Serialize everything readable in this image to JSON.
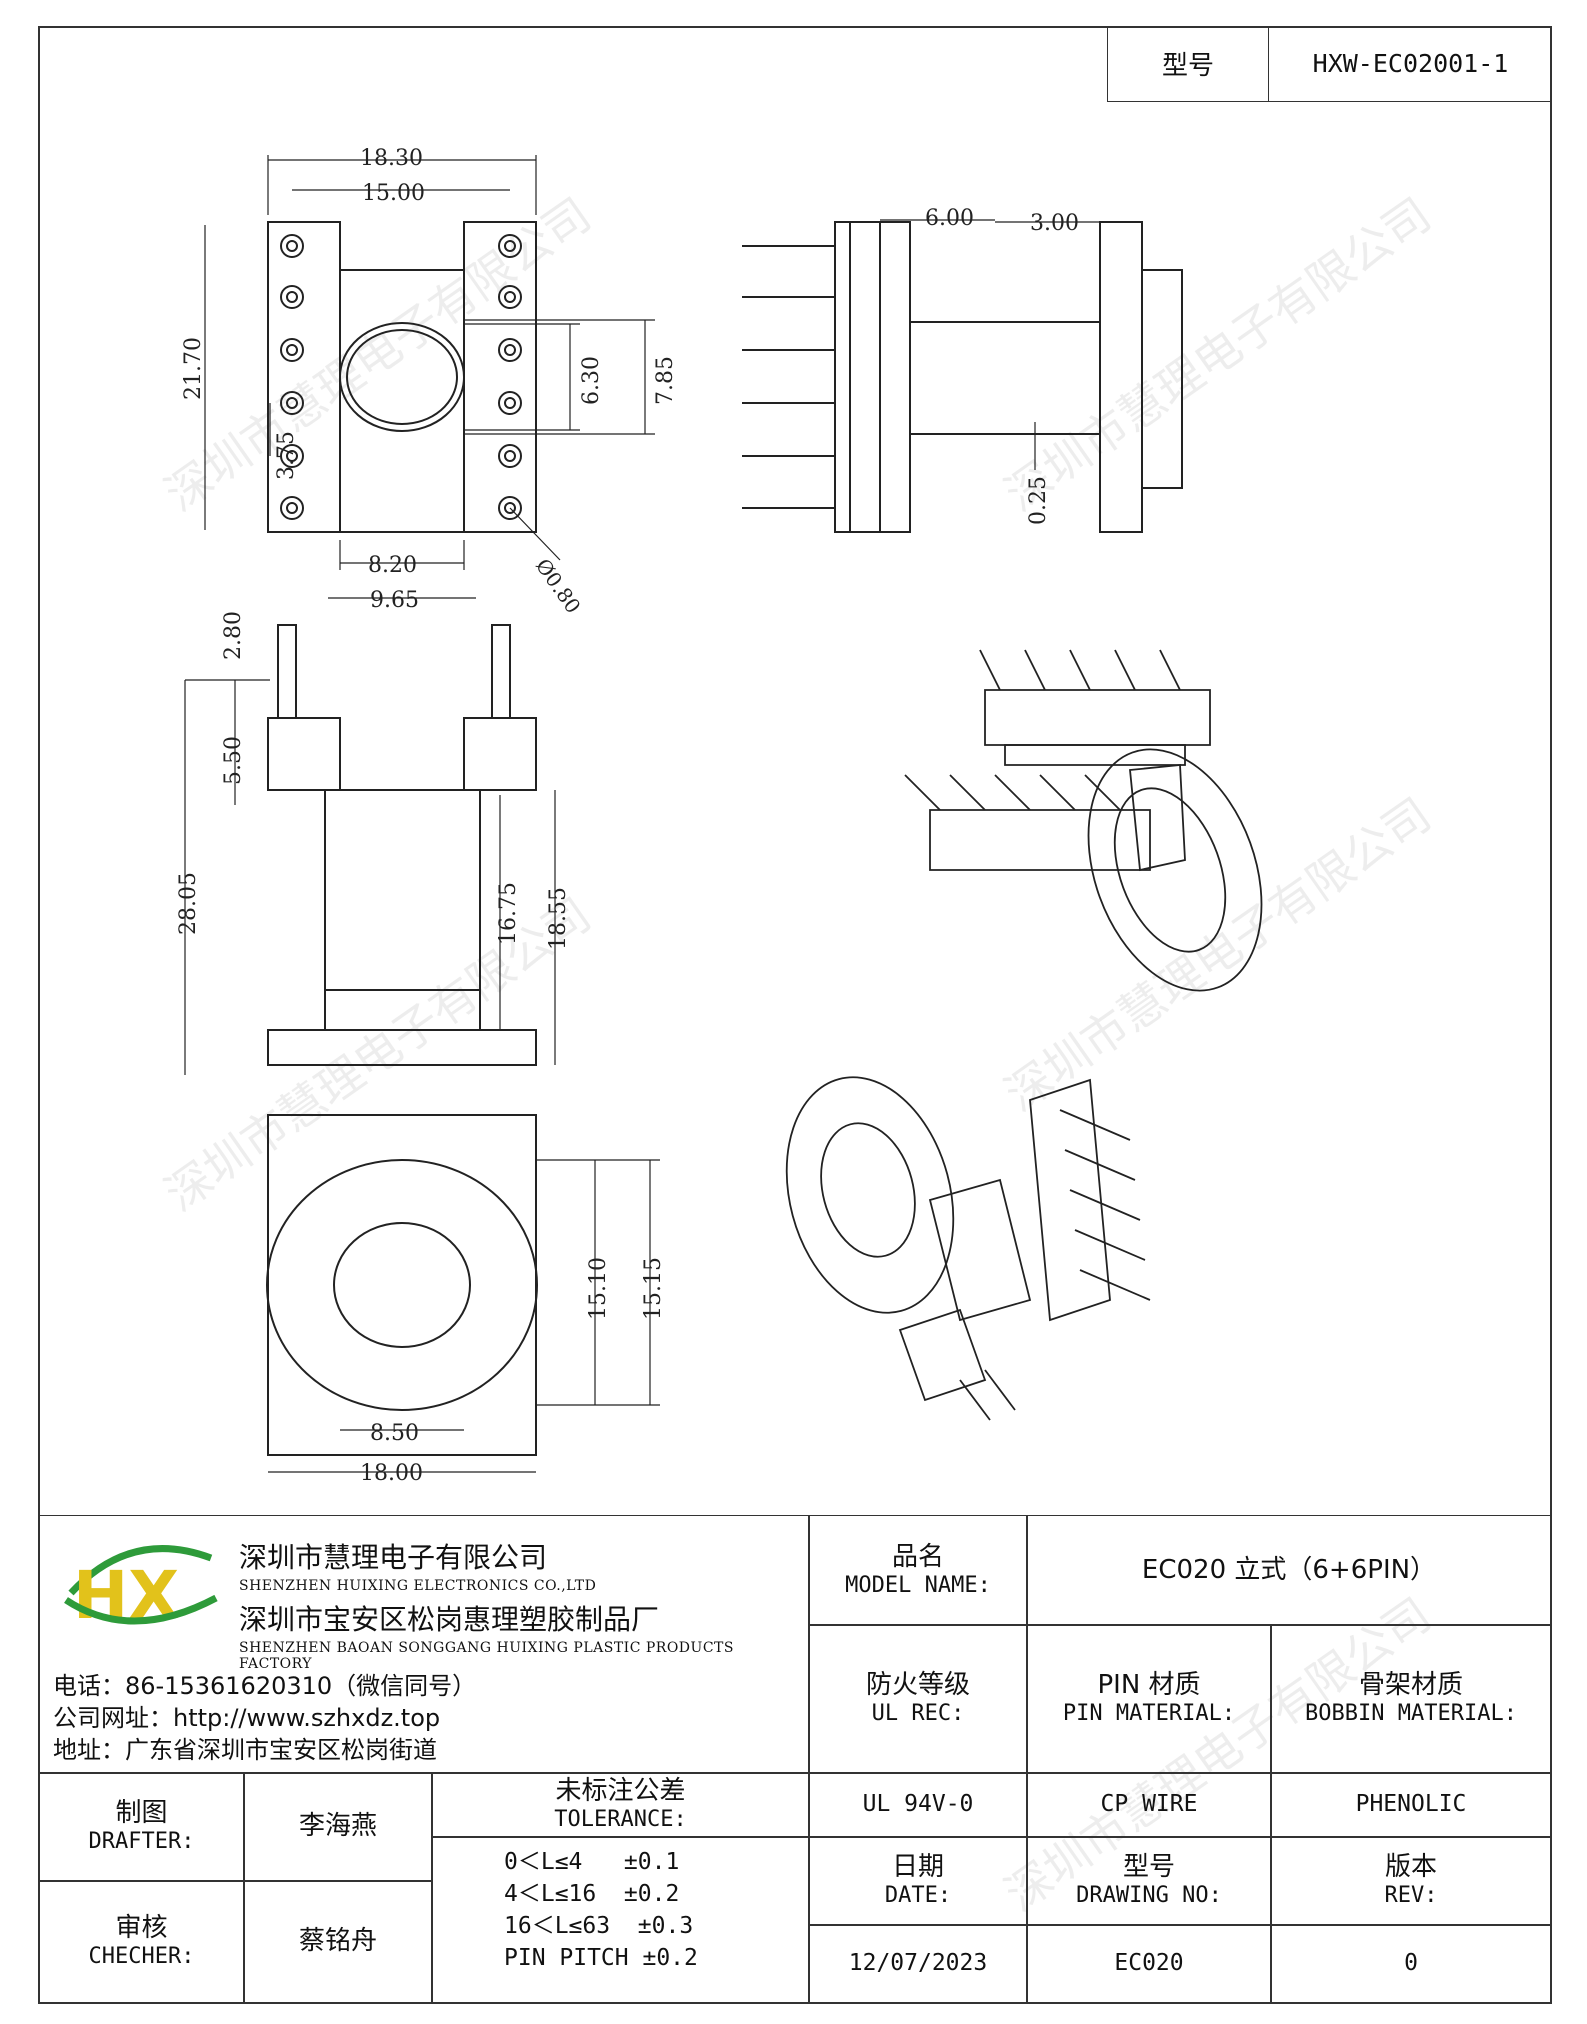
{
  "header": {
    "model_label": "型号",
    "model_value": "HXW-EC02001-1"
  },
  "dimensions": {
    "top": {
      "w_a": "18.30",
      "w_b": "15.00",
      "h_c": "21.70",
      "d_e": "6.30",
      "d_f": "7.85",
      "pitch": "3.75",
      "w_g": "8.20",
      "w_h": "9.65",
      "pin_dia": "Ø0.80"
    },
    "side": {
      "d1": "6.00",
      "d2": "3.00",
      "gap": "0.25"
    },
    "front": {
      "pin_len": "2.80",
      "flange": "5.50",
      "total": "28.05",
      "inner": "16.75",
      "outer": "18.55"
    },
    "bottom": {
      "h1": "15.10",
      "h2": "15.15",
      "w1": "8.50",
      "w2": "18.00"
    }
  },
  "watermark": "深圳市慧理电子有限公司",
  "company": {
    "logo_text": "HX",
    "name_cn": "深圳市慧理电子有限公司",
    "name_en": "SHENZHEN HUIXING ELECTRONICS CO.,LTD",
    "factory_cn": "深圳市宝安区松岗惠理塑胶制品厂",
    "factory_en": "SHENZHEN BAOAN SONGGANG HUIXING PLASTIC PRODUCTS FACTORY",
    "phone": "电话：86-15361620310（微信同号）",
    "website": "公司网址：http://www.szhxdz.top",
    "address": "地址：广东省深圳市宝安区松岗街道"
  },
  "title_block": {
    "model_name_cn": "品名",
    "model_name_en": "MODEL NAME:",
    "model_name_value": "EC020 立式（6+6PIN）",
    "ul_cn": "防火等级",
    "ul_en": "UL REC:",
    "ul_value": "UL 94V-0",
    "pin_cn": "PIN 材质",
    "pin_en": "PIN MATERIAL:",
    "pin_value": "CP WIRE",
    "bobbin_cn": "骨架材质",
    "bobbin_en": "BOBBIN MATERIAL:",
    "bobbin_value": "PHENOLIC",
    "drafter_cn": "制图",
    "drafter_en": "DRAFTER:",
    "drafter_name": "李海燕",
    "checker_cn": "审核",
    "checker_en": "CHECHER:",
    "checker_name": "蔡铭舟",
    "tolerance_cn": "未标注公差",
    "tolerance_en": "TOLERANCE:",
    "tolerances": [
      "0＜L≤4   ±0.1",
      "4＜L≤16  ±0.2",
      "16＜L≤63  ±0.3",
      "PIN PITCH ±0.2"
    ],
    "date_cn": "日期",
    "date_en": "DATE:",
    "date_value": "12/07/2023",
    "drawing_cn": "型号",
    "drawing_en": "DRAWING NO:",
    "drawing_value": "EC020",
    "rev_cn": "版本",
    "rev_en": "REV:",
    "rev_value": "0"
  },
  "colors": {
    "logo_green": "#2e9b3a",
    "logo_yellow": "#e2c21b",
    "line": "#222222"
  }
}
